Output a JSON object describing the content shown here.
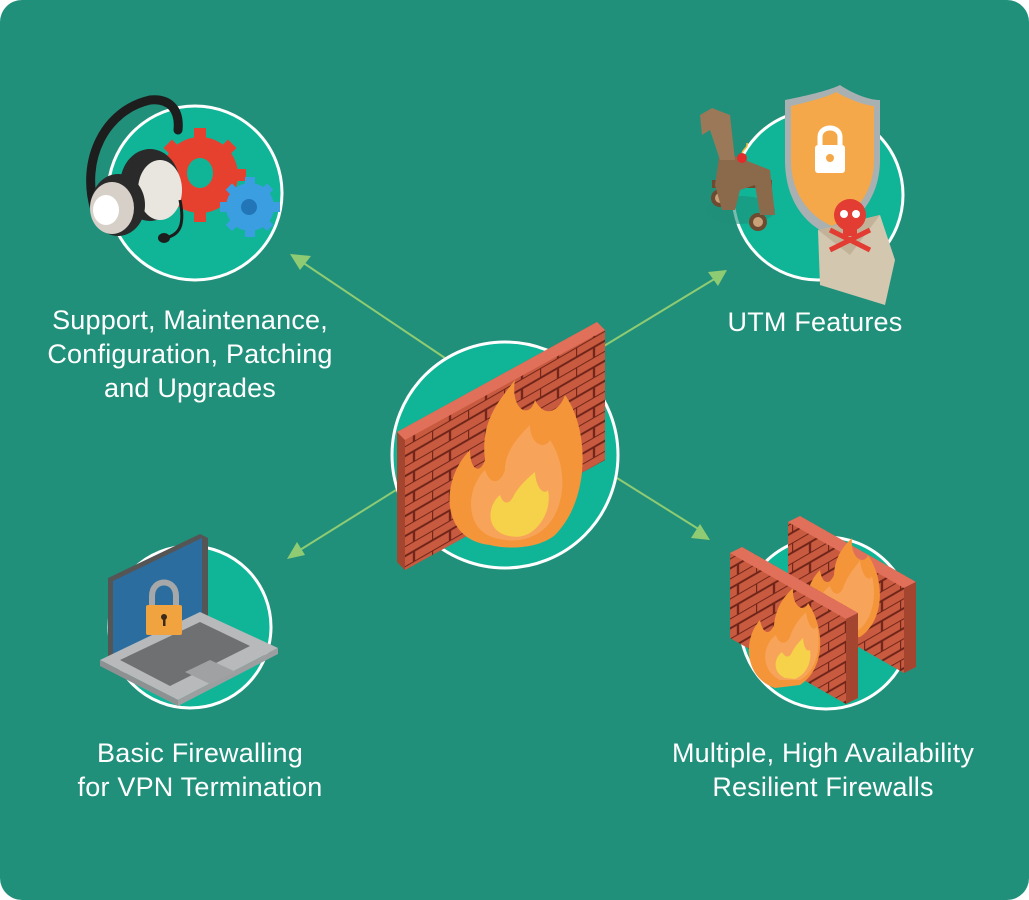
{
  "diagram": {
    "title": "Firewall service options",
    "colors": {
      "background": "#21907b",
      "circle_fill": "#10b597",
      "circle_stroke": "#ffffff",
      "arrow": "#8fcb72",
      "brick": "#c85a40",
      "brick_top": "#e0705a",
      "mortar": "#6e2418",
      "flame_outer": "#f4953a",
      "flame_mid": "#f7a45a",
      "flame_inner": "#f6d24a",
      "text": "#ffffff"
    },
    "center": {
      "name": "firewall",
      "icon": "brick-wall-with-fire-icon"
    },
    "nodes": [
      {
        "id": "support",
        "label": "Support, Maintenance,\nConfiguration, Patching\nand Upgrades",
        "icon": "headset-and-gears-icon"
      },
      {
        "id": "utm",
        "label": "UTM Features",
        "icon": "trojan-horse-shield-malware-icon"
      },
      {
        "id": "vpn",
        "label": "Basic Firewalling\nfor VPN Termination",
        "icon": "laptop-with-padlock-icon"
      },
      {
        "id": "ha",
        "label": "Multiple, High Availability\nResilient Firewalls",
        "icon": "double-firewall-icon"
      }
    ],
    "edges": [
      {
        "from": "firewall",
        "to": "support"
      },
      {
        "from": "firewall",
        "to": "utm"
      },
      {
        "from": "firewall",
        "to": "vpn"
      },
      {
        "from": "firewall",
        "to": "ha"
      }
    ]
  }
}
